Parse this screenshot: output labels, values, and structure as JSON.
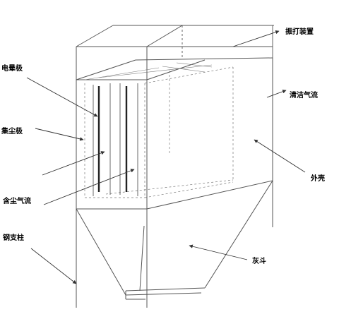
{
  "labels": {
    "rapping_device": "振打装置",
    "clean_gas_flow": "清洁气流",
    "outer_shell": "外壳",
    "ash_hopper": "灰斗",
    "corona_electrode": "电晕极",
    "collecting_electrode": "集尘极",
    "dusty_gas_flow": "含尘气流",
    "steel_column": "钢支柱"
  },
  "colors": {
    "line": "#333333",
    "electrode": "#222222",
    "text": "#000000"
  }
}
